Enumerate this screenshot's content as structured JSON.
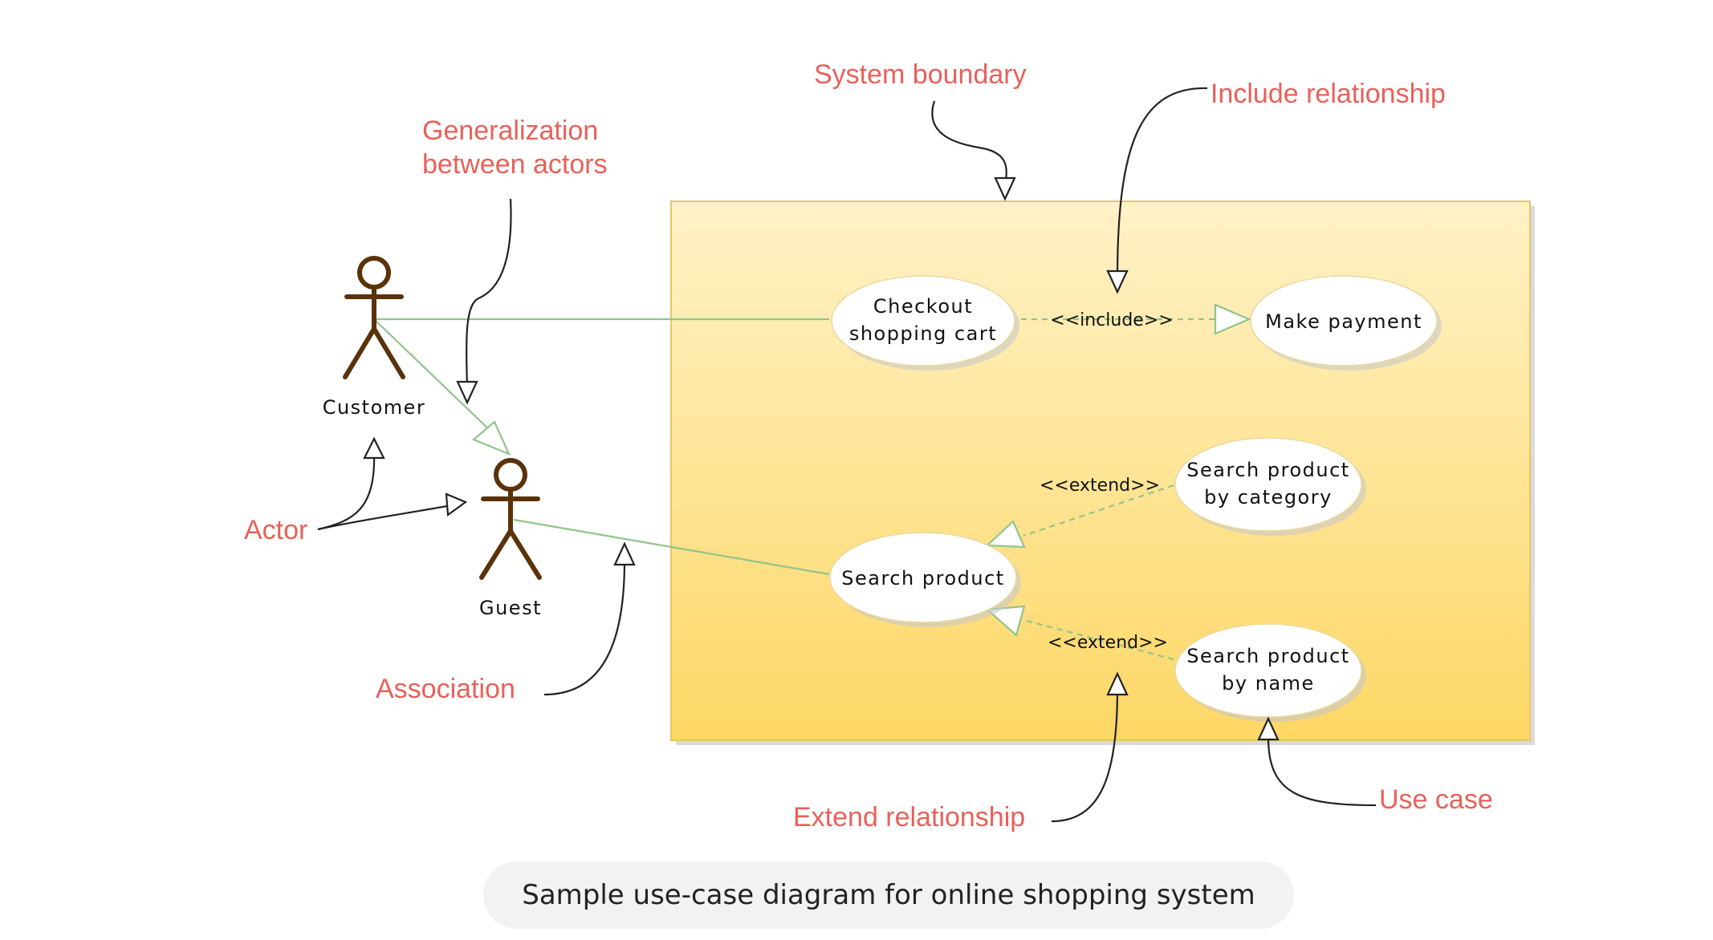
{
  "actors": [
    {
      "id": "customer",
      "label": "Customer"
    },
    {
      "id": "guest",
      "label": "Guest"
    }
  ],
  "use_cases": [
    {
      "id": "checkout",
      "lines": [
        "Checkout",
        "shopping cart"
      ]
    },
    {
      "id": "make-payment",
      "lines": [
        "Make payment"
      ]
    },
    {
      "id": "search-category",
      "lines": [
        "Search product",
        "by category"
      ]
    },
    {
      "id": "search-product",
      "lines": [
        "Search product"
      ]
    },
    {
      "id": "search-name",
      "lines": [
        "Search product",
        "by name"
      ]
    }
  ],
  "relationships": {
    "include": "<<include>>",
    "extend_category": "<<extend>>",
    "extend_name": "<<extend>>"
  },
  "annotations": {
    "system_boundary": "System boundary",
    "include_relationship": "Include relationship",
    "generalization": [
      "Generalization",
      "between actors"
    ],
    "actor": "Actor",
    "association": "Association",
    "extend_relationship": "Extend relationship",
    "use_case": "Use case"
  },
  "caption": "Sample use-case diagram for online shopping system",
  "colors": {
    "annotation": "#e8615a",
    "boundary_top": "#fff2c8",
    "boundary_bottom": "#fdd765",
    "actor": "#5a3209",
    "connector": "#8fc58a"
  }
}
